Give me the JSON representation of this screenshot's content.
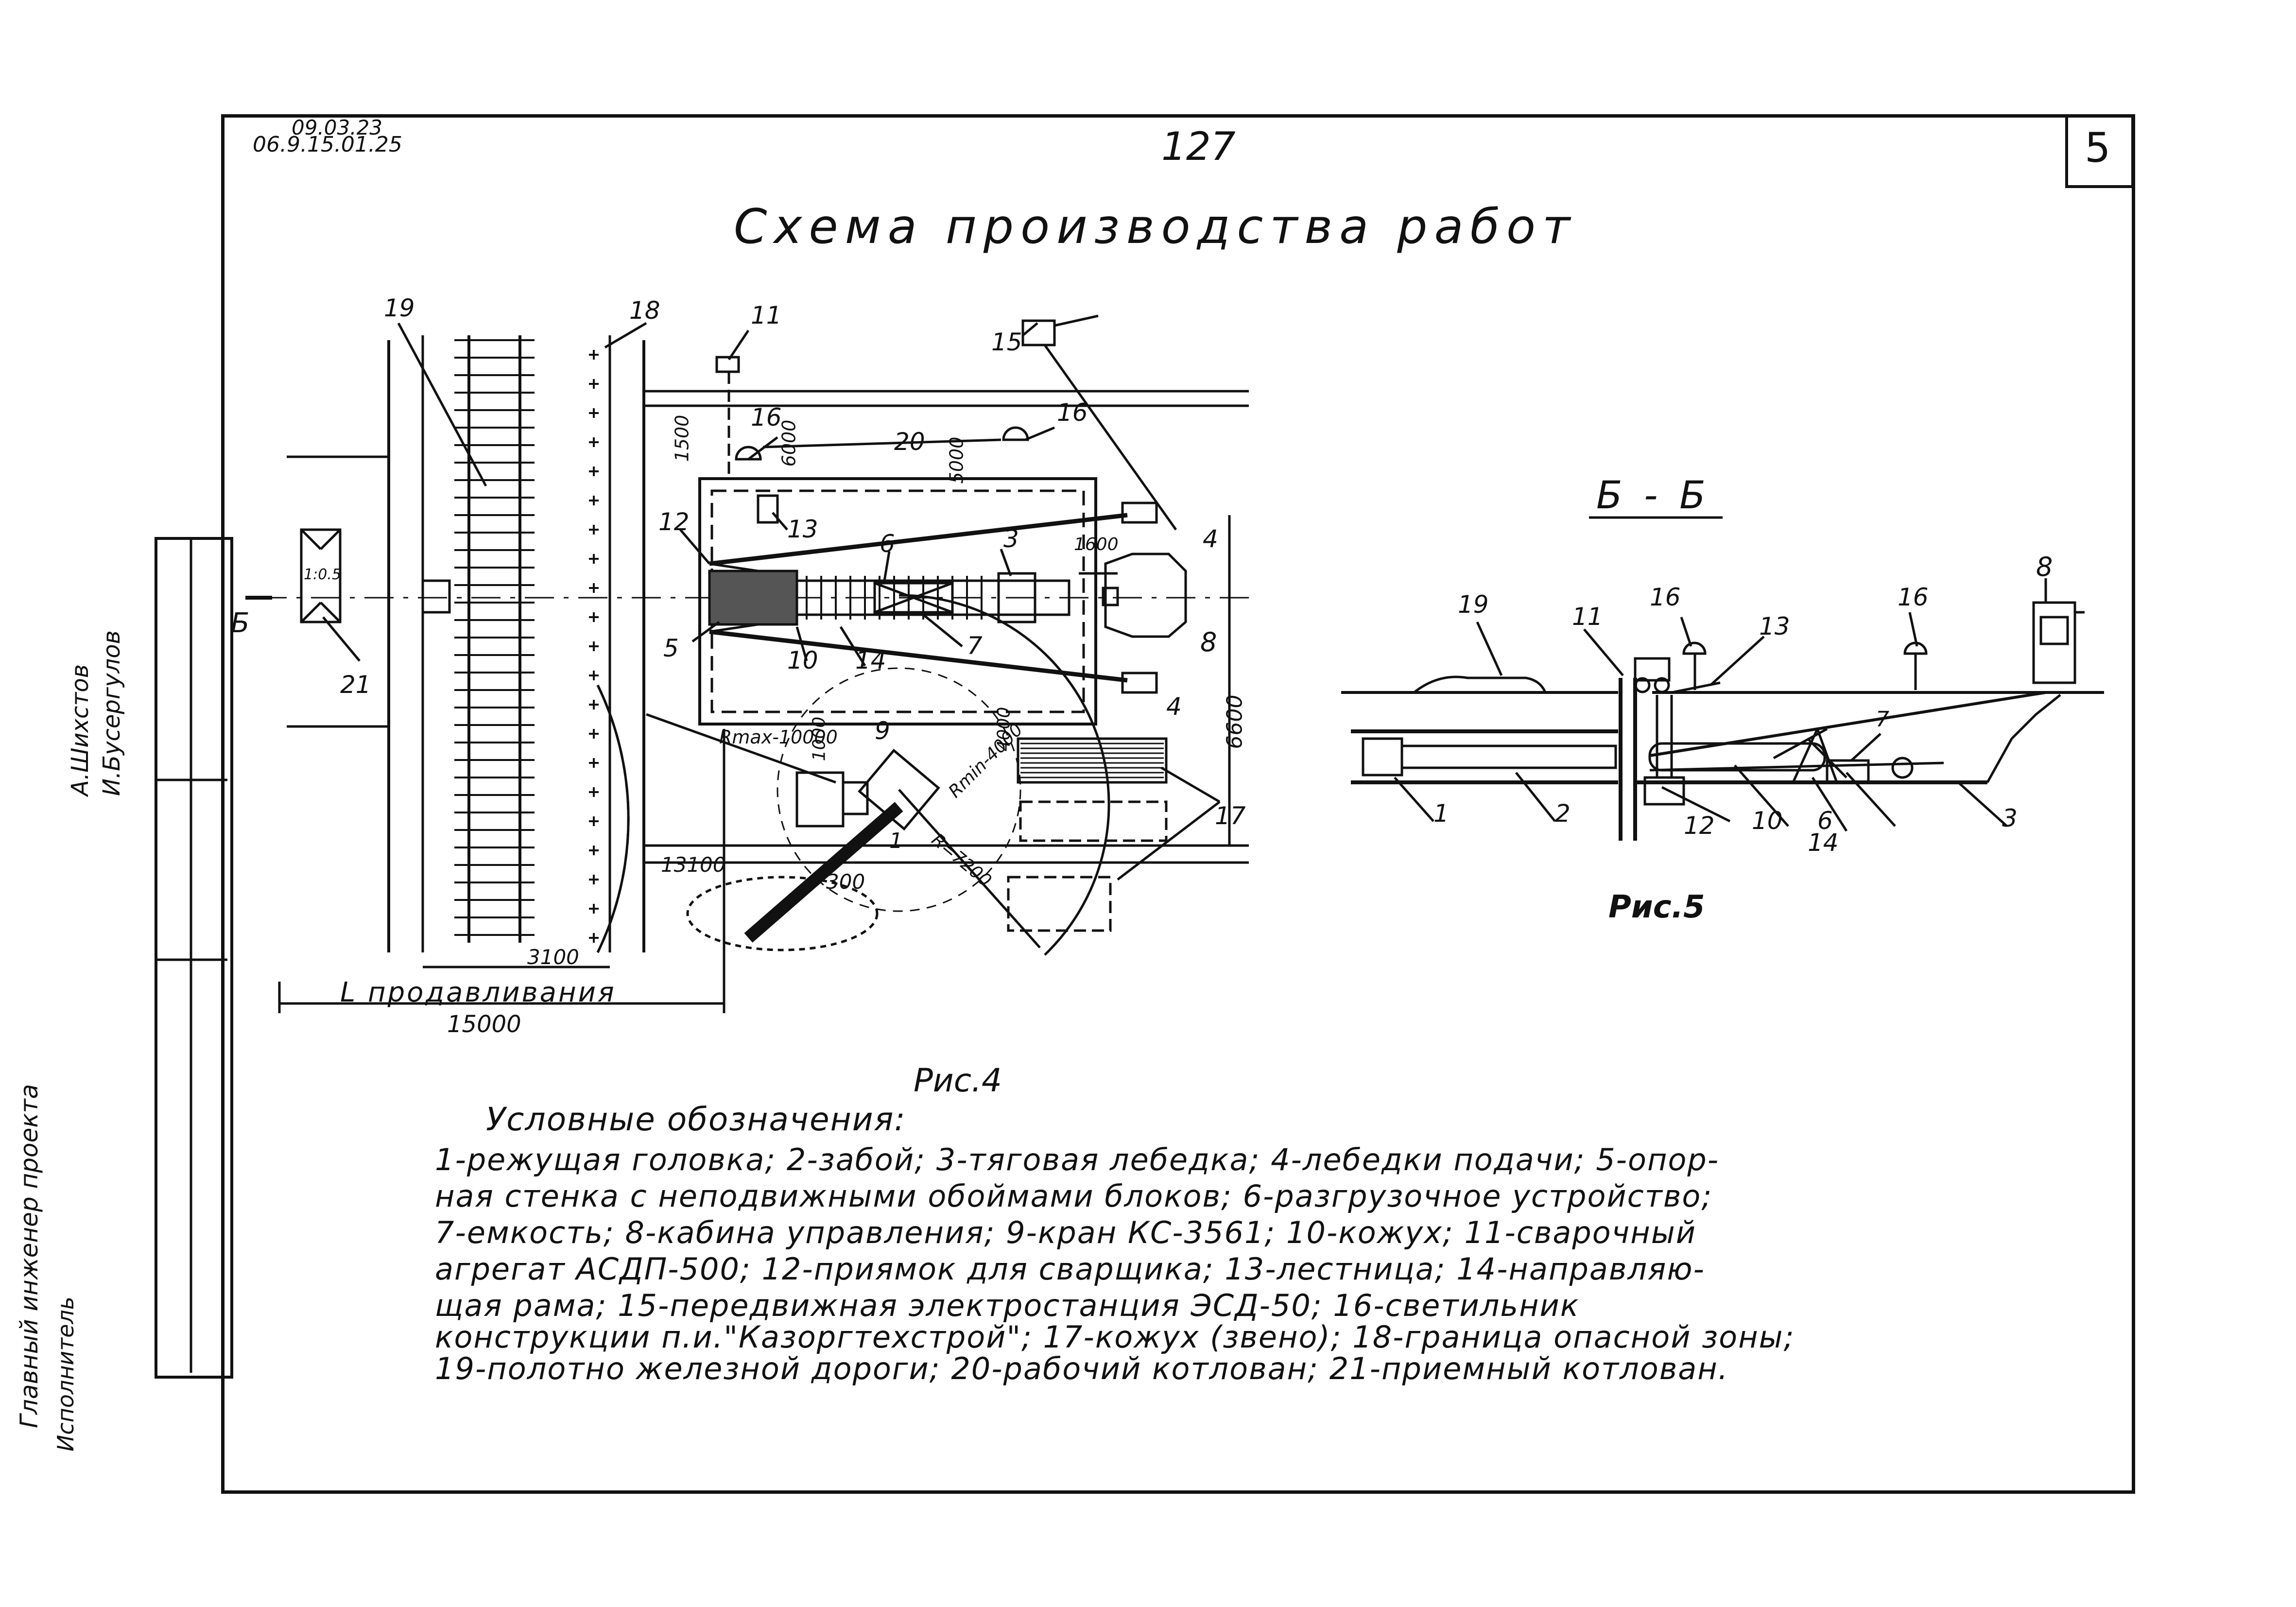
{
  "header": {
    "code_top": "09.03.23",
    "code_bottom": "06.9.15.01.25",
    "page_number": "127",
    "sheet_number": "5"
  },
  "title": "Схема производства работ",
  "side_stamp": {
    "role_1": "Главный инженер проекта",
    "role_2": "Исполнитель",
    "name_1": "А.Шихстов",
    "name_2": "И.Бусергулов"
  },
  "figure4": {
    "caption": "Рис.4",
    "labels": {
      "l1": "1",
      "l3": "3",
      "l4a": "4",
      "l4b": "4",
      "l5": "5",
      "l6": "6",
      "l7": "7",
      "l8": "8",
      "l9": "9",
      "l10": "10",
      "l11": "11",
      "l12": "12",
      "l13": "13",
      "l14": "14",
      "l15": "15",
      "l16a": "16",
      "l16b": "16",
      "l17": "17",
      "l18": "18",
      "l19": "19",
      "l20": "20",
      "l21": "21"
    },
    "dims": {
      "d1500": "1500",
      "d6000": "6000",
      "d5000": "5000",
      "d1600": "1600",
      "d6600": "6600",
      "d1000": "1000",
      "d4000": "4000",
      "d13100": "13100",
      "d3100": "3100",
      "d15000": "15000",
      "d300": "300",
      "rmax": "Rmax-10000",
      "rmin": "Rmin-4000",
      "r7200": "R=7200",
      "length": "L продавливания",
      "section_mark": "Б",
      "slope": "1:0.5"
    }
  },
  "figure5": {
    "caption": "Рис.5",
    "section_title": "Б - Б",
    "labels": {
      "l1": "1",
      "l2": "2",
      "l3": "3",
      "l6": "6",
      "l7": "7",
      "l8": "8",
      "l10": "10",
      "l11": "11",
      "l12": "12",
      "l13": "13",
      "l14": "14",
      "l16a": "16",
      "l16b": "16",
      "l19": "19"
    }
  },
  "legend": {
    "title": "Условные обозначения:",
    "lines": [
      "1-режущая головка; 2-забой; 3-тяговая лебедка; 4-лебедки подачи; 5-опор-",
      "ная стенка с неподвижными обоймами блоков; 6-разгрузочное устройство;",
      "7-емкость; 8-кабина управления; 9-кран КС-3561; 10-кожух; 11-сварочный",
      "агрегат АСДП-500; 12-приямок для сварщика; 13-лестница; 14-направляю-",
      "щая рама; 15-передвижная электростанция ЭСД-50; 16-светильник",
      "конструкции п.и.\"Казоргтехстрой\"; 17-кожух (звено); 18-граница опасной зоны;",
      "19-полотно железной дороги; 20-рабочий котлован; 21-приемный котлован."
    ]
  }
}
